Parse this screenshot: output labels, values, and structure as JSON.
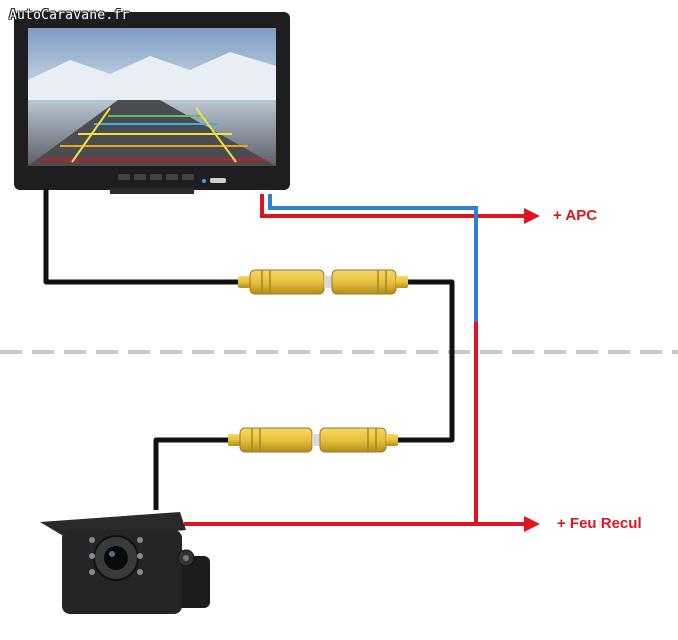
{
  "watermark": "AutoCaravane.fr",
  "labels": {
    "apc": "+ APC",
    "feu_recul": "+ Feu Recul"
  },
  "colors": {
    "power_wire": "#e0141e",
    "signal_wire": "#2f7fd9",
    "video_cable": "#111111",
    "rca_connector": "#e8c13c",
    "zone_divider": "#c8c8c8"
  },
  "icons": {
    "monitor": "rear-view-monitor",
    "camera": "rear-view-camera",
    "connector": "rca-connector"
  }
}
